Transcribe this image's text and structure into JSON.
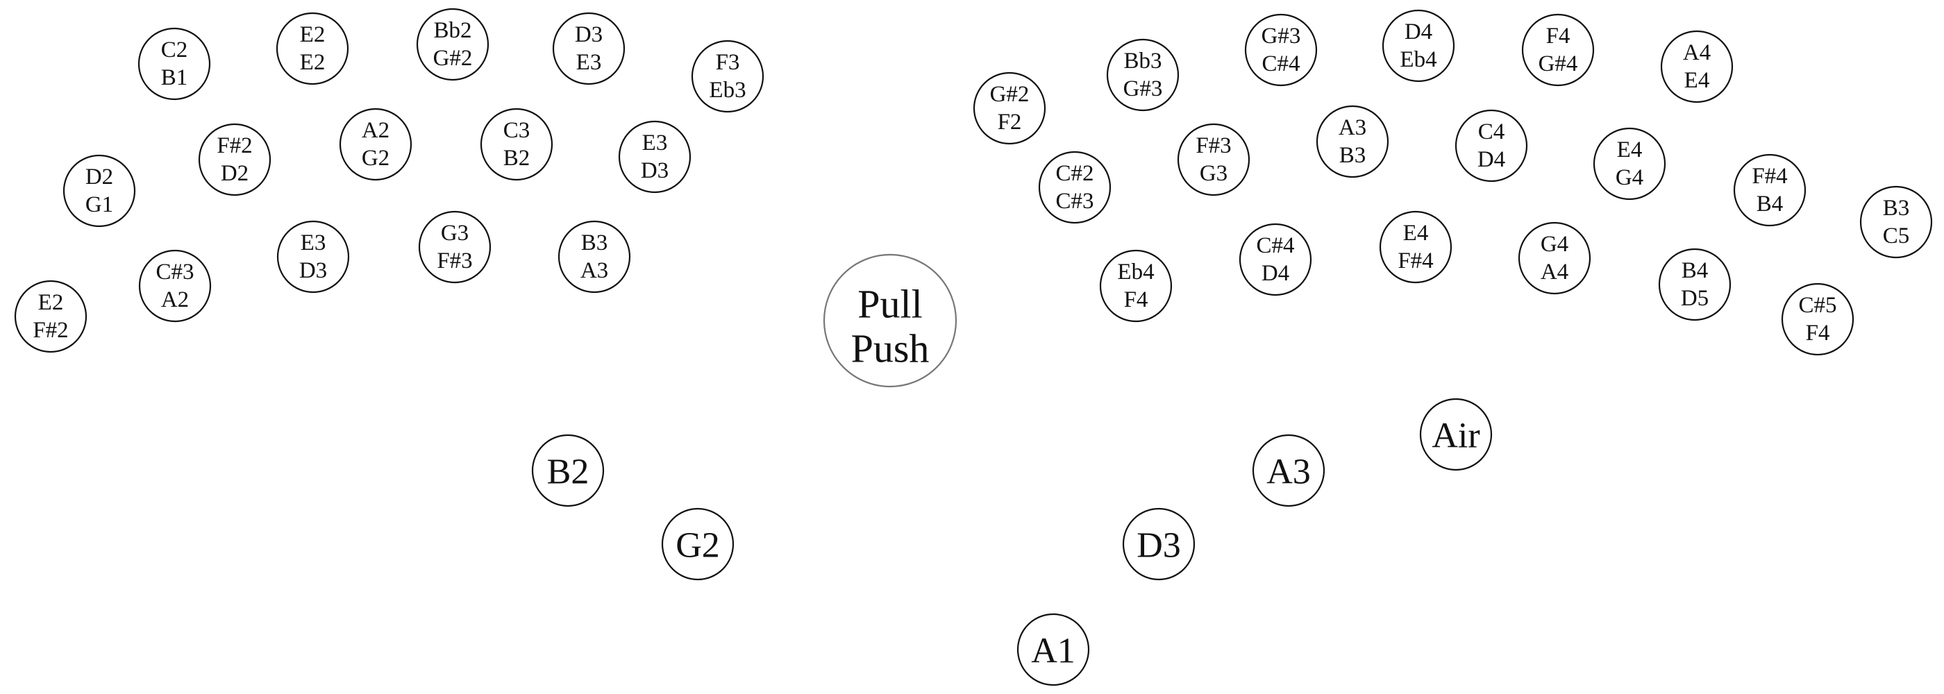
{
  "legend": {
    "pull_label": "Pull",
    "push_label": "Push"
  },
  "treble_buttons": [
    {
      "id": "t01",
      "pull": "C2",
      "push": "B1"
    },
    {
      "id": "t02",
      "pull": "E2",
      "push": "E2"
    },
    {
      "id": "t03",
      "pull": "Bb2",
      "push": "G#2"
    },
    {
      "id": "t04",
      "pull": "D3",
      "push": "E3"
    },
    {
      "id": "t05",
      "pull": "F3",
      "push": "Eb3"
    },
    {
      "id": "t06",
      "pull": "D2",
      "push": "G1"
    },
    {
      "id": "t07",
      "pull": "F#2",
      "push": "D2"
    },
    {
      "id": "t08",
      "pull": "A2",
      "push": "G2"
    },
    {
      "id": "t09",
      "pull": "C3",
      "push": "B2"
    },
    {
      "id": "t10",
      "pull": "E3",
      "push": "D3"
    },
    {
      "id": "t11",
      "pull": "E2",
      "push": "F#2"
    },
    {
      "id": "t12",
      "pull": "C#3",
      "push": "A2"
    },
    {
      "id": "t13",
      "pull": "E3",
      "push": "D3"
    },
    {
      "id": "t14",
      "pull": "G3",
      "push": "F#3"
    },
    {
      "id": "t15",
      "pull": "B3",
      "push": "A3"
    },
    {
      "id": "t16",
      "pull": "G#2",
      "push": "F2"
    },
    {
      "id": "t17",
      "pull": "Bb3",
      "push": "G#3"
    },
    {
      "id": "t18",
      "pull": "G#3",
      "push": "C#4"
    },
    {
      "id": "t19",
      "pull": "D4",
      "push": "Eb4"
    },
    {
      "id": "t20",
      "pull": "F4",
      "push": "G#4"
    },
    {
      "id": "t21",
      "pull": "A4",
      "push": "E4"
    },
    {
      "id": "t22",
      "pull": "C#2",
      "push": "C#3"
    },
    {
      "id": "t23",
      "pull": "F#3",
      "push": "G3"
    },
    {
      "id": "t24",
      "pull": "A3",
      "push": "B3"
    },
    {
      "id": "t25",
      "pull": "C4",
      "push": "D4"
    },
    {
      "id": "t26",
      "pull": "E4",
      "push": "G4"
    },
    {
      "id": "t27",
      "pull": "F#4",
      "push": "B4"
    },
    {
      "id": "t28",
      "pull": "B3",
      "push": "C5"
    },
    {
      "id": "t29",
      "pull": "Eb4",
      "push": "F4"
    },
    {
      "id": "t30",
      "pull": "C#4",
      "push": "D4"
    },
    {
      "id": "t31",
      "pull": "E4",
      "push": "F#4"
    },
    {
      "id": "t32",
      "pull": "G4",
      "push": "A4"
    },
    {
      "id": "t33",
      "pull": "B4",
      "push": "D5"
    },
    {
      "id": "t34",
      "pull": "C#5",
      "push": "F4"
    }
  ],
  "bass_buttons": [
    {
      "id": "b1",
      "label": "B2"
    },
    {
      "id": "b2",
      "label": "G2"
    },
    {
      "id": "b3",
      "label": "A3"
    },
    {
      "id": "b4",
      "label": "D3"
    },
    {
      "id": "b5",
      "label": "A1"
    },
    {
      "id": "b6",
      "label": "Air"
    }
  ]
}
